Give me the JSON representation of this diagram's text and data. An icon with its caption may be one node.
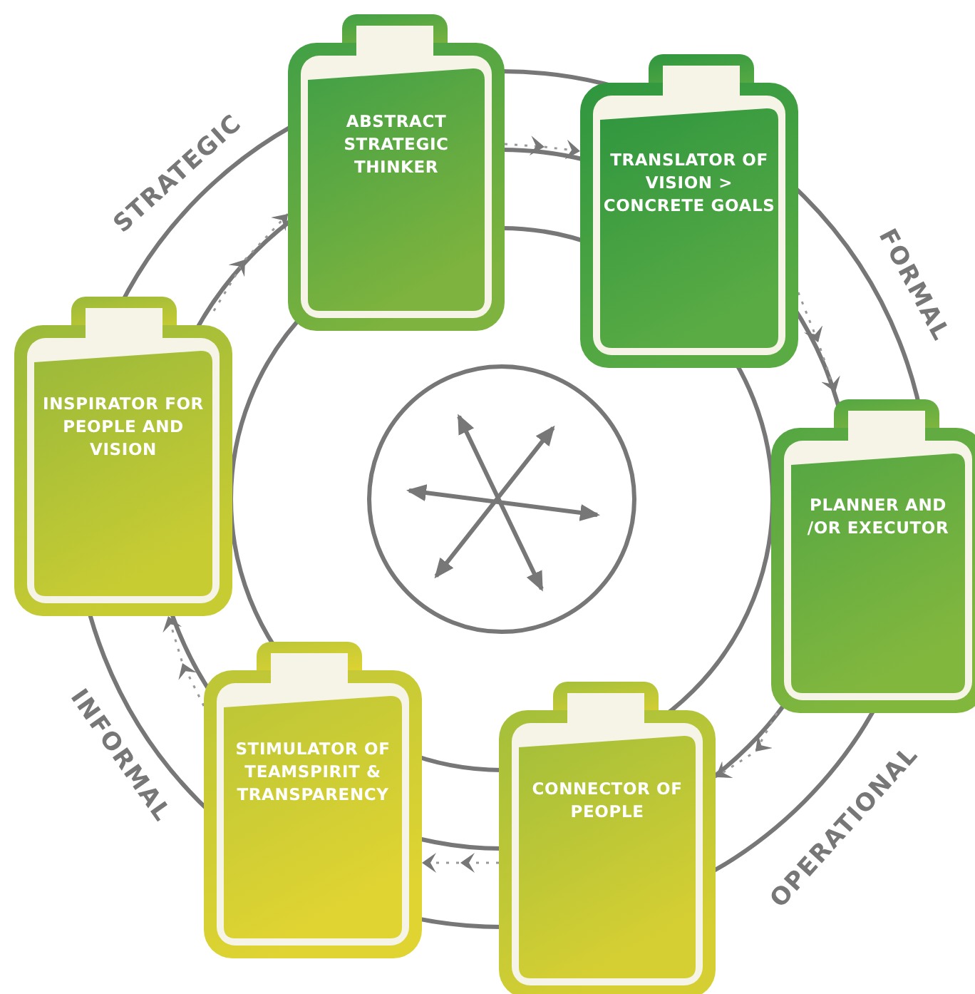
{
  "diagram": {
    "nodes": [
      {
        "text": [
          "ABSTRACT STRATEGIC THINKER"
        ]
      },
      {
        "text": [
          "TRANSLATOR OF VISION > CONCRETE GOALS"
        ]
      },
      {
        "text": [
          "INSPIRATOR FOR PEOPLE AND VISION"
        ]
      },
      {
        "text": [
          "PLANNER AND /OR EXECUTOR"
        ]
      },
      {
        "text": [
          "STIMULATOR OF TEAMSPIRIT & TRANSPARENCY"
        ]
      },
      {
        "text": [
          "CONNECTOR OF PEOPLE"
        ]
      }
    ],
    "edges": [
      {
        "from": 0,
        "to": 1,
        "arrow": "to"
      },
      {
        "from": 1,
        "to": 3,
        "arrow": "to"
      },
      {
        "from": 3,
        "to": 5,
        "arrow": "to"
      },
      {
        "from": 5,
        "to": 4,
        "arrow": "to"
      },
      {
        "from": 4,
        "to": 2,
        "arrow": "to"
      },
      {
        "from": 2,
        "to": 0,
        "arrow": "to"
      }
    ],
    "labels": [
      "STRATEGIC",
      "FORMAL",
      "OPERATIONAL",
      "INFORMAL"
    ]
  }
}
